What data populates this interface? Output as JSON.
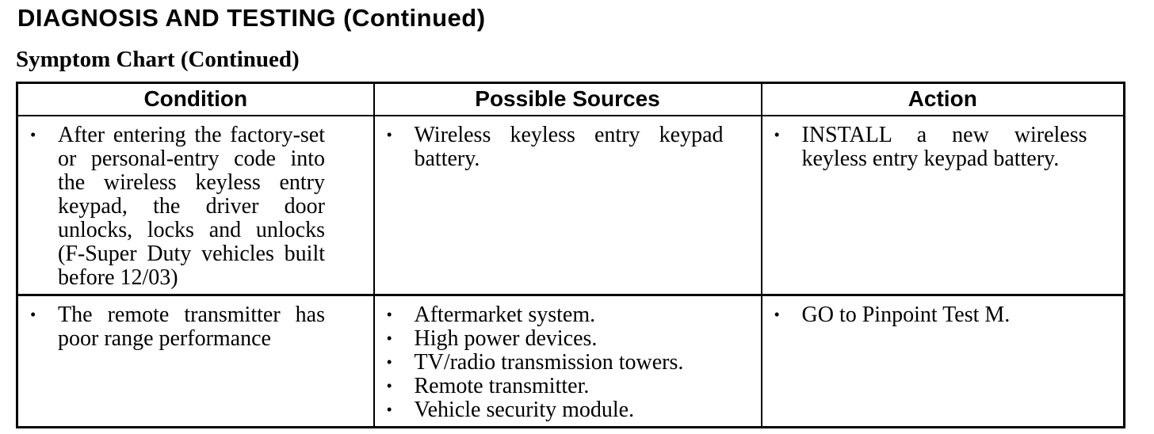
{
  "header": {
    "title": "DIAGNOSIS AND TESTING (Continued)",
    "subtitle": "Symptom Chart (Continued)"
  },
  "icons": {
    "bullet": "•"
  },
  "colors": {
    "text": "#000000",
    "background": "#ffffff",
    "table_border": "#000000"
  },
  "table": {
    "columns": [
      "Condition",
      "Possible Sources",
      "Action"
    ],
    "rows": [
      {
        "condition": [
          "After entering the factory-set or personal-entry code into the wireless keyless entry keypad, the driver door unlocks, locks and unlocks (F-Super Duty vehicles built before 12/03)"
        ],
        "possible_sources": [
          "Wireless keyless entry keypad battery."
        ],
        "action": [
          "INSTALL a new wireless keyless entry keypad battery."
        ]
      },
      {
        "condition": [
          "The remote transmitter has poor range performance"
        ],
        "possible_sources": [
          "Aftermarket system.",
          "High power devices.",
          "TV/radio transmission towers.",
          "Remote transmitter.",
          "Vehicle security module."
        ],
        "action": [
          "GO to Pinpoint Test M."
        ]
      }
    ]
  }
}
